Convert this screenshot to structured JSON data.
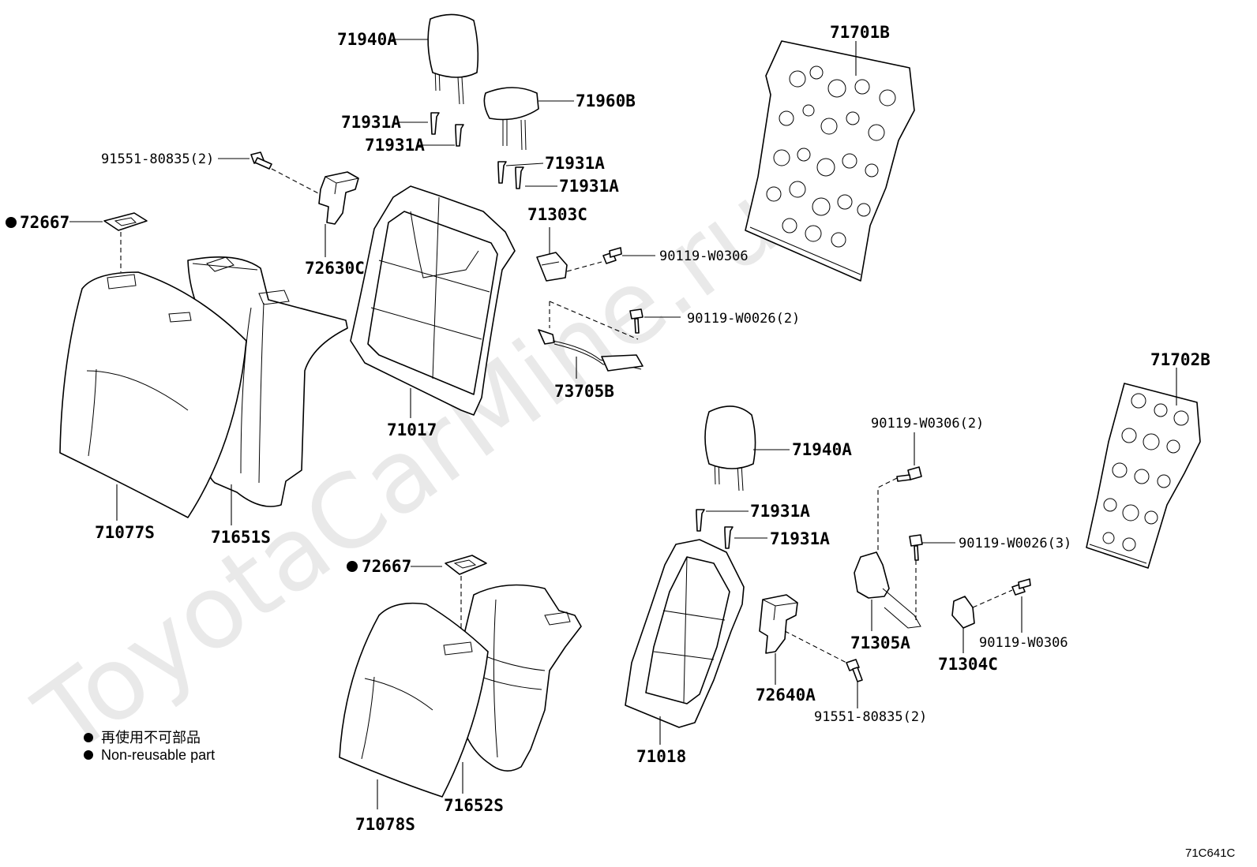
{
  "watermark": "ToyotaCarMine.ru",
  "diagram_code": "71C641C",
  "legend": {
    "jp": "再使用不可部品",
    "en": "Non-reusable part"
  },
  "labels": {
    "p71940A_top": "71940A",
    "p71960B": "71960B",
    "p71931A_1": "71931A",
    "p71931A_2": "71931A",
    "p71931A_3": "71931A",
    "p71931A_4": "71931A",
    "p71931A_5": "71931A",
    "p71931A_6": "71931A",
    "p91551_top": "91551-80835(2)",
    "p72667_top": "72667",
    "p72630C": "72630C",
    "p71303C": "71303C",
    "p90119_W0306_top": "90119-W0306",
    "p90119_W0026_2": "90119-W0026(2)",
    "p73705B": "73705B",
    "p71017": "71017",
    "p71077S": "71077S",
    "p71651S": "71651S",
    "p71701B": "71701B",
    "p71702B": "71702B",
    "p71940A_bottom": "71940A",
    "p90119_W0306_2": "90119-W0306(2)",
    "p90119_W0026_3": "90119-W0026(3)",
    "p90119_W0306_bottom": "90119-W0306",
    "p71305A": "71305A",
    "p71304C": "71304C",
    "p72640A": "72640A",
    "p91551_bottom": "91551-80835(2)",
    "p71018": "71018",
    "p72667_bottom": "72667",
    "p71078S": "71078S",
    "p71652S": "71652S"
  }
}
